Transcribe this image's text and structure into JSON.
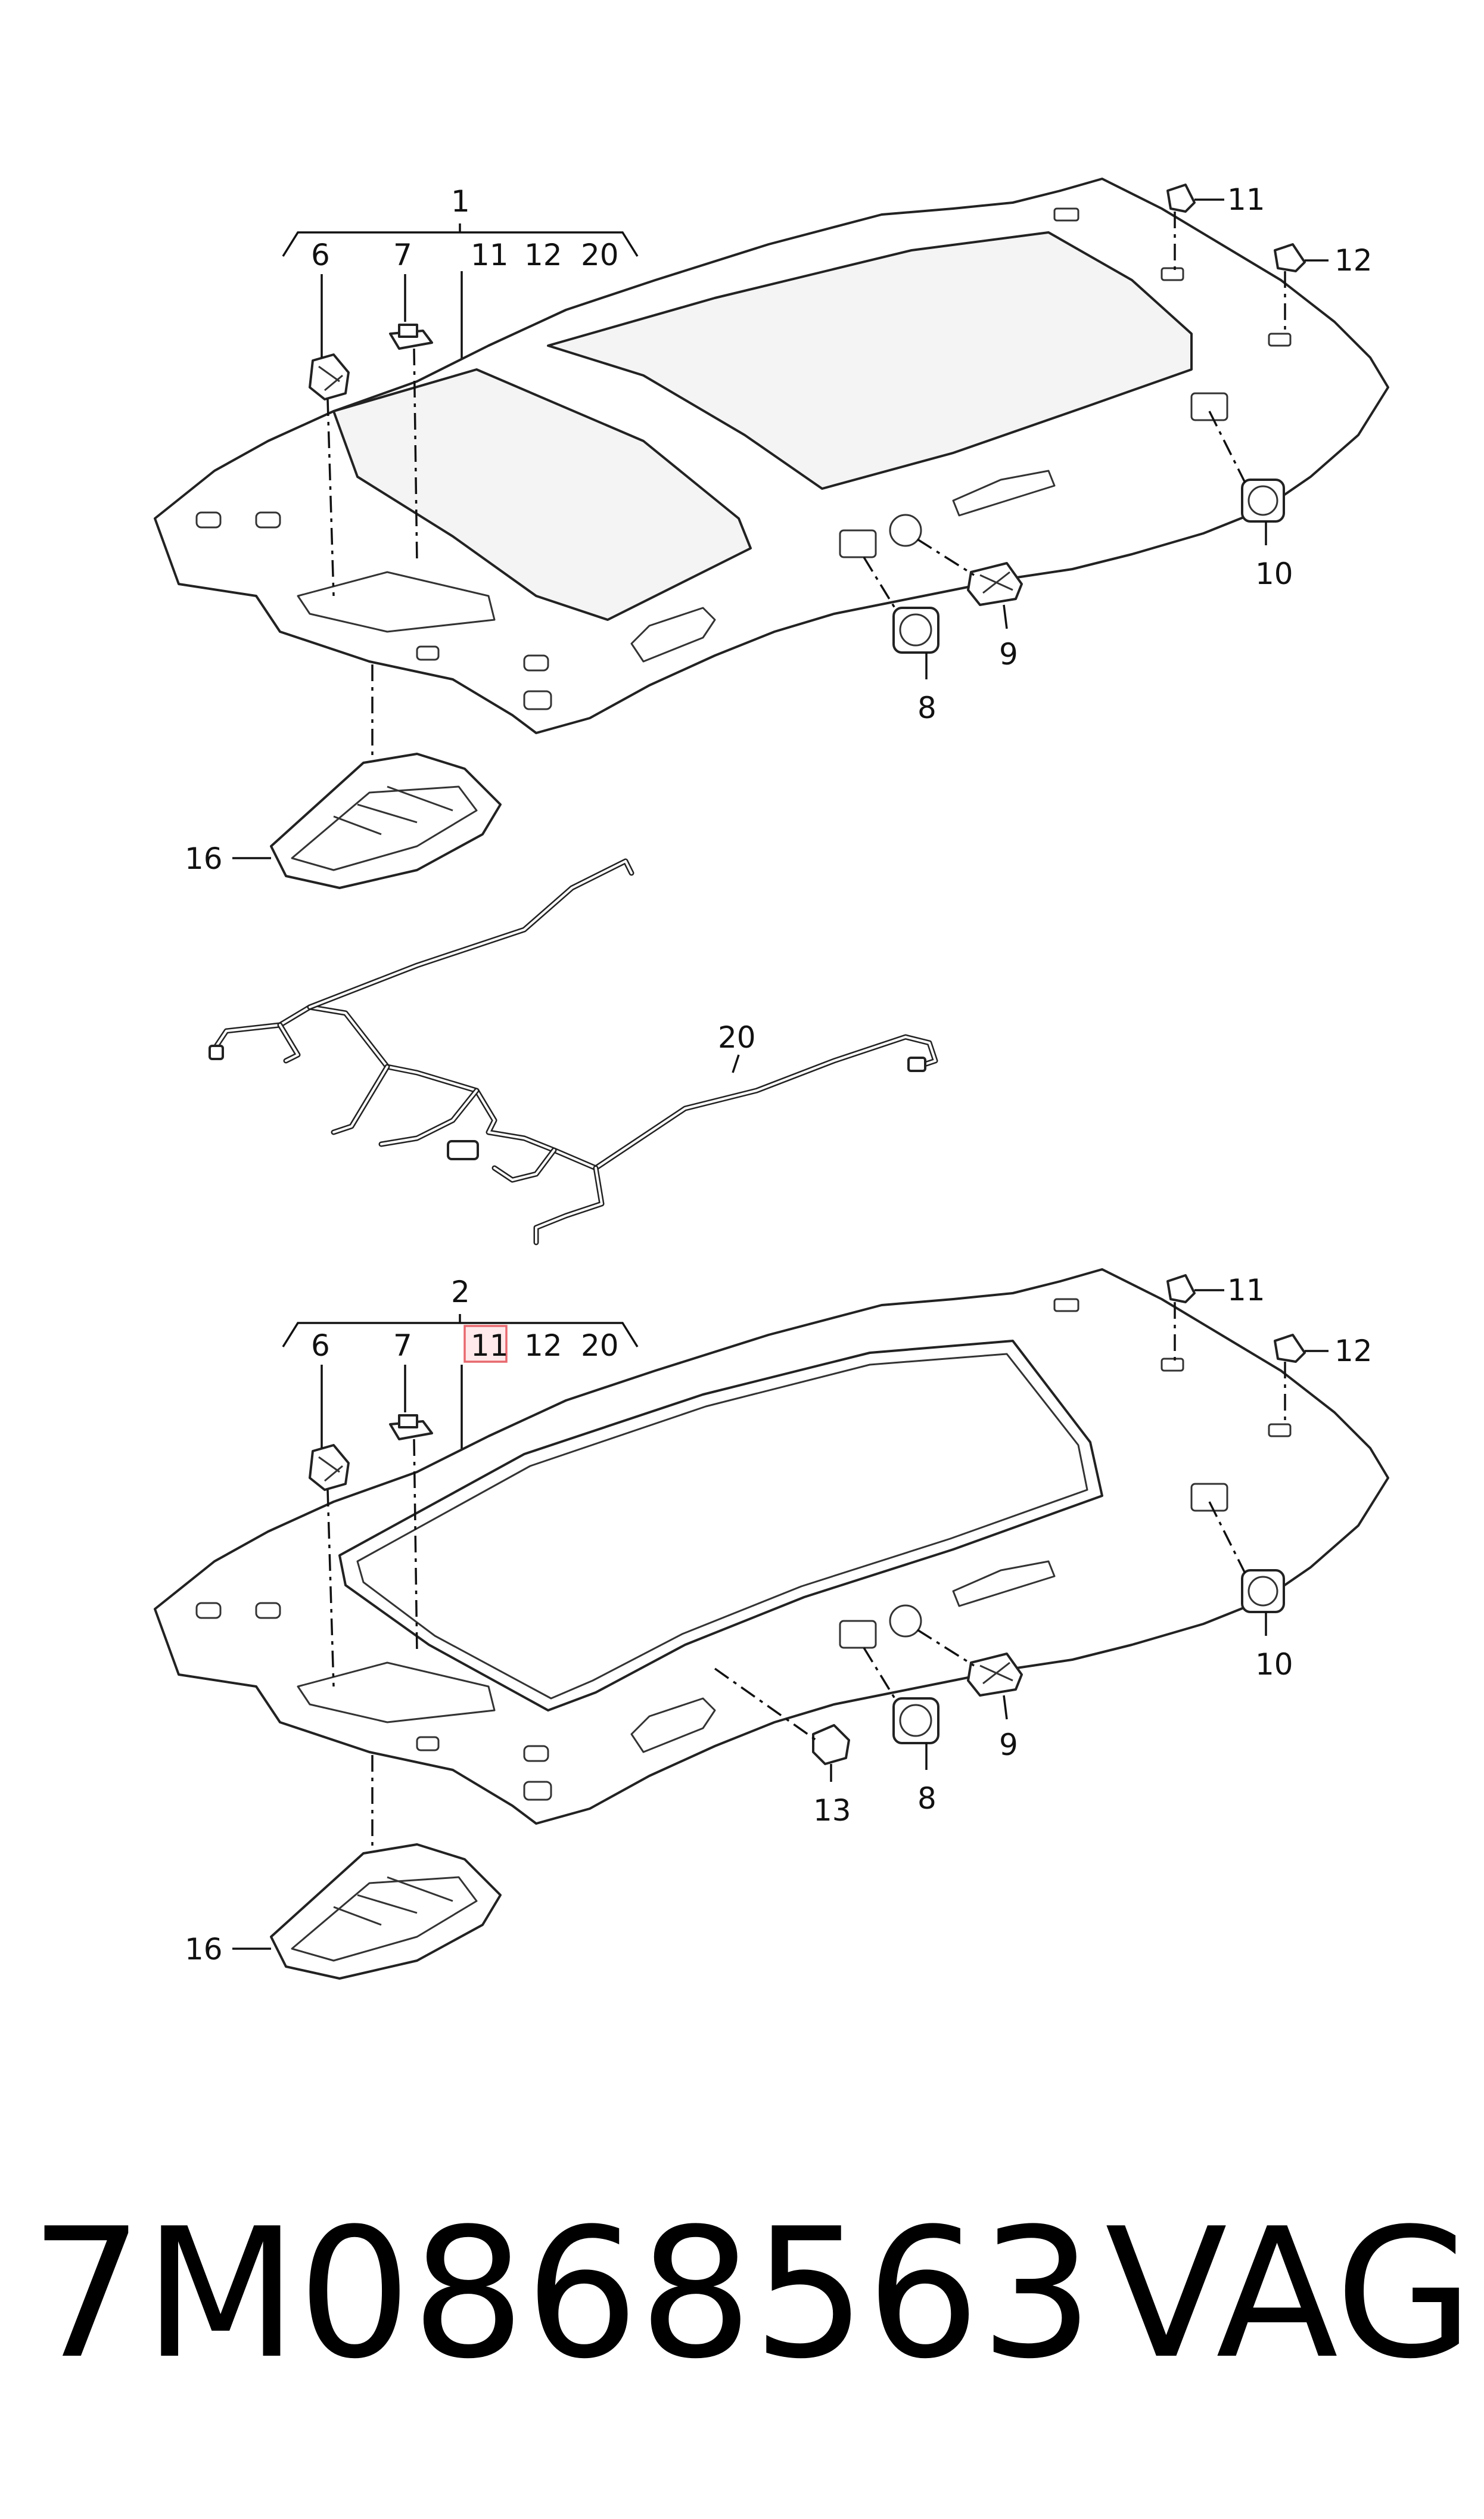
{
  "diagram": {
    "top": {
      "group_label": "1",
      "sub_labels": [
        "6",
        "7",
        "11",
        "12",
        "20"
      ],
      "callouts": {
        "c11": "11",
        "c12": "12",
        "c10": "10",
        "c9": "9",
        "c8": "8",
        "c16": "16",
        "c20": "20"
      }
    },
    "bottom": {
      "group_label": "2",
      "sub_labels": [
        "6",
        "7",
        "11",
        "12",
        "20"
      ],
      "callouts": {
        "c11": "11",
        "c12": "12",
        "c10": "10",
        "c9": "9",
        "c8": "8",
        "c13": "13",
        "c16": "16"
      }
    },
    "highlight_color": "#e8686f"
  },
  "footer": {
    "part_number": "7M0868563",
    "brand": "VAG"
  }
}
